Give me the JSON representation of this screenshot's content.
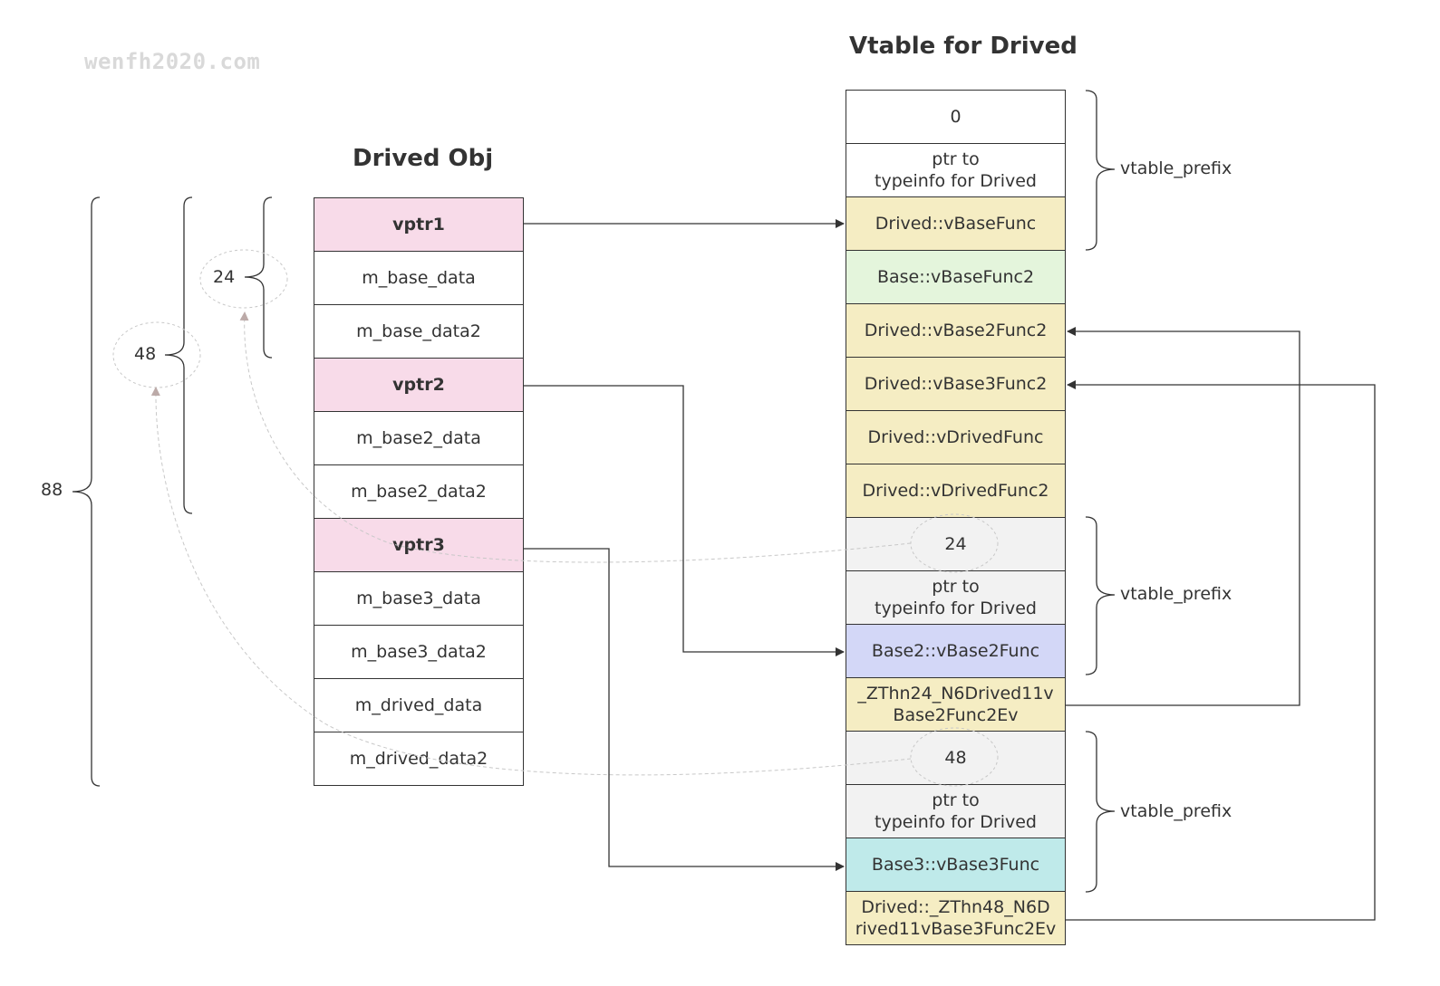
{
  "watermark": "wenfh2020.com",
  "obj": {
    "title": "Drived Obj",
    "rows": [
      {
        "label": "vptr1",
        "color": "#f8dbe9",
        "bold": true
      },
      {
        "label": "m_base_data",
        "color": "#ffffff",
        "bold": false
      },
      {
        "label": "m_base_data2",
        "color": "#ffffff",
        "bold": false
      },
      {
        "label": "vptr2",
        "color": "#f8dbe9",
        "bold": true
      },
      {
        "label": "m_base2_data",
        "color": "#ffffff",
        "bold": false
      },
      {
        "label": "m_base2_data2",
        "color": "#ffffff",
        "bold": false
      },
      {
        "label": "vptr3",
        "color": "#f8dbe9",
        "bold": true
      },
      {
        "label": "m_base3_data",
        "color": "#ffffff",
        "bold": false
      },
      {
        "label": "m_base3_data2",
        "color": "#ffffff",
        "bold": false
      },
      {
        "label": "m_drived_data",
        "color": "#ffffff",
        "bold": false
      },
      {
        "label": "m_drived_data2",
        "color": "#ffffff",
        "bold": false
      }
    ]
  },
  "vtable": {
    "title": "Vtable for Drived",
    "rows": [
      {
        "label": "0",
        "color": "#ffffff"
      },
      {
        "label": "ptr to\ntypeinfo for Drived",
        "color": "#ffffff"
      },
      {
        "label": "Drived::vBaseFunc",
        "color": "#f5edc3"
      },
      {
        "label": "Base::vBaseFunc2",
        "color": "#e4f5dc"
      },
      {
        "label": "Drived::vBase2Func2",
        "color": "#f5edc3"
      },
      {
        "label": "Drived::vBase3Func2",
        "color": "#f5edc3"
      },
      {
        "label": "Drived::vDrivedFunc",
        "color": "#f5edc3"
      },
      {
        "label": "Drived::vDrivedFunc2",
        "color": "#f5edc3"
      },
      {
        "label": "24",
        "color": "#f2f2f2"
      },
      {
        "label": "ptr to\ntypeinfo for Drived",
        "color": "#f2f2f2"
      },
      {
        "label": "Base2::vBase2Func",
        "color": "#d3d7f7"
      },
      {
        "label": "_ZThn24_N6Drived11v\nBase2Func2Ev",
        "color": "#f5edc3"
      },
      {
        "label": "48",
        "color": "#f2f2f2"
      },
      {
        "label": "ptr to\ntypeinfo for Drived",
        "color": "#f2f2f2"
      },
      {
        "label": "Base3::vBase3Func",
        "color": "#bfeaea"
      },
      {
        "label": "Drived::_ZThn48_N6D\nrived11vBase3Func2Ev",
        "color": "#f5edc3"
      }
    ]
  },
  "prefix_label": "vtable_prefix",
  "offsets": {
    "size88": "88",
    "size48": "48",
    "size24": "24"
  }
}
